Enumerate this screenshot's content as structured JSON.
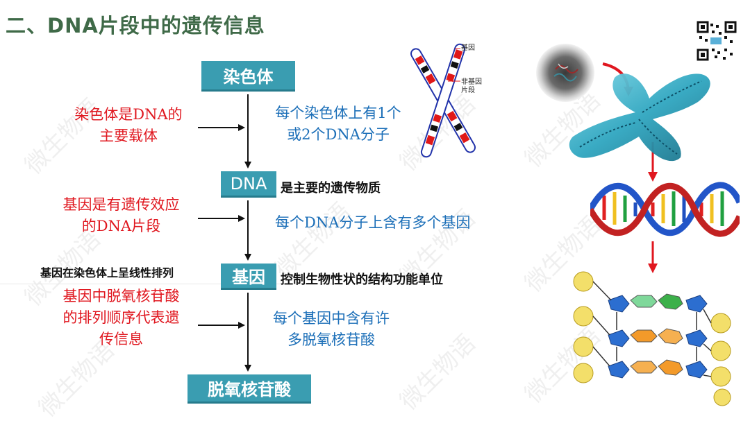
{
  "title": "二、DNA片段中的遗传信息",
  "flow": {
    "chromosome": "染色体",
    "dna": "DNA",
    "gene": "基因",
    "deoxynucleotide": "脱氧核苷酸"
  },
  "left_notes": {
    "chromosome_carrier": [
      "染色体是DNA的",
      "主要载体"
    ],
    "gene_definition": [
      "基因是有遗传效应",
      "的DNA片段"
    ],
    "gene_linear": "基因在染色体上呈线性排列",
    "gene_info": [
      "基因中脱氧核苷酸",
      "的排列顺序代表遗",
      "传信息"
    ]
  },
  "right_notes": {
    "dna_per_chromosome": [
      "每个染色体上有1个",
      "或2个DNA分子"
    ],
    "dna_main": "是主要的遗传物质",
    "genes_per_dna": "每个DNA分子上含有多个基因",
    "gene_function": "控制生物性状的结构功能单位",
    "nucleotides_per_gene": [
      "每个基因中含有许",
      "多脱氧核苷酸"
    ]
  },
  "chromosome_diagram": {
    "label_gene": "基因",
    "label_non_gene": [
      "非基因",
      "片段"
    ]
  },
  "watermark": "微生物语",
  "colors": {
    "title": "#3f6a48",
    "box": "#3a9db1",
    "red_text": "#e0171f",
    "blue_text": "#1c6fb8"
  }
}
